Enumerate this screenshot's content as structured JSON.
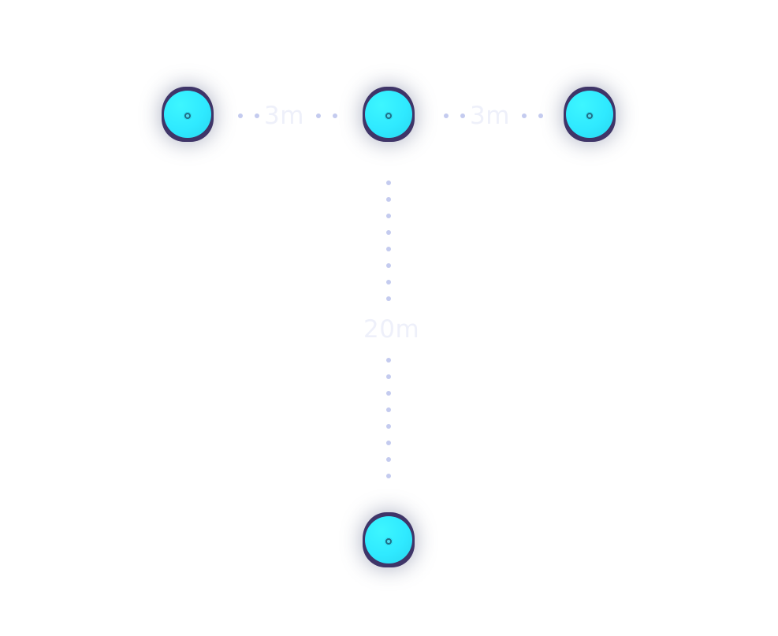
{
  "diagram": {
    "nodes": [
      {
        "id": "left-device",
        "icon": "camera-icon"
      },
      {
        "id": "center-device",
        "icon": "camera-icon"
      },
      {
        "id": "right-device",
        "icon": "camera-icon"
      },
      {
        "id": "bottom-device",
        "icon": "camera-icon"
      }
    ],
    "distances": {
      "left_to_center": "3m",
      "center_to_right": "3m",
      "center_to_bottom": "20m"
    },
    "colors": {
      "device_face": "#2fe9ff",
      "device_rim": "#3f3568",
      "connector_dots": "#c4cbef",
      "label_text": "#eef0fa"
    }
  }
}
